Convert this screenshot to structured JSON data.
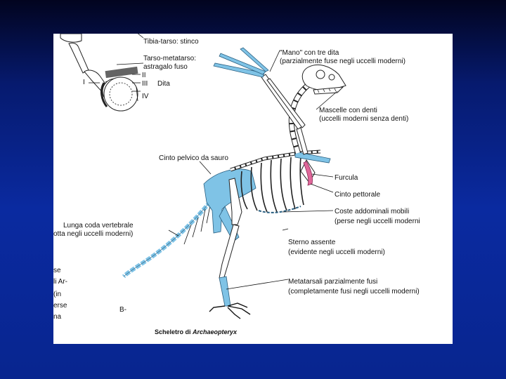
{
  "labels": {
    "tibia_tarso": "Tibia-tarso: stinco",
    "tarso_metatarso_1": "Tarso-metatarso:",
    "tarso_metatarso_2": "astragalo fuso",
    "digit_I": "I",
    "digit_II": "II",
    "digit_III": "III",
    "digit_IV": "IV",
    "dita": "Dita",
    "mano_1": "\"Mano\" con tre dita",
    "mano_2": "(parzialmente fuse negli uccelli moderni)",
    "mascelle_1": "Mascelle con denti",
    "mascelle_2": "(uccelli moderni senza denti)",
    "cinto_pelvico": "Cinto pelvico da sauro",
    "furcula": "Furcula",
    "cinto_pettorale": "Cinto pettorale",
    "coste_1": "Coste addominali mobili",
    "coste_2": "(perse negli uccelli moderni",
    "coda_1": "Lunga coda vertebrale",
    "coda_2": "otta negli uccelli moderni)",
    "sterno_1": "Sterno assente",
    "sterno_2": "(evidente negli uccelli moderni)",
    "metatarsali_1": "Metatarsali parzialmente fusi",
    "metatarsali_2": "(completamente fusi negli uccelli moderni)",
    "panel_B": "B-",
    "caption_prefix": "Scheletro di ",
    "caption_italic": "Archaeopteryx",
    "cut_1": "se",
    "cut_2": "li Ar-",
    "cut_3": "(in",
    "cut_4": "erse",
    "cut_5": "na"
  },
  "colors": {
    "background_top": "#02041f",
    "background_bottom": "#08258f",
    "panel": "#ffffff",
    "bone_highlight": "#7fc3e6",
    "furcula": "#e0689a"
  }
}
